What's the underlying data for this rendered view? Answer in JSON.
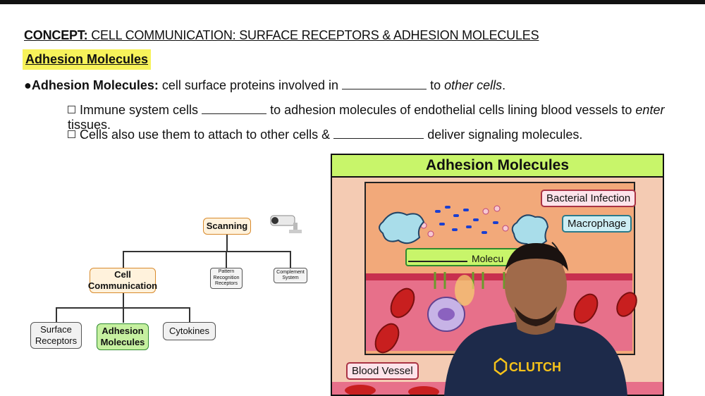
{
  "header": {
    "concept_label": "CONCEPT:",
    "concept_title": "CELL COMMUNICATION: SURFACE RECEPTORS & ADHESION MOLECULES",
    "highlight": "Adhesion Molecules"
  },
  "bullets": {
    "main_term": "Adhesion Molecules:",
    "main_text_a": "cell surface proteins involved in",
    "main_text_b": "to",
    "main_text_c": "other cells",
    "main_text_d": ".",
    "sub1_a": "Immune system cells",
    "sub1_b": "to adhesion molecules of endothelial cells lining blood vessels to",
    "sub1_c": "enter",
    "sub1_d": "tissues.",
    "sub2_a": "Cells also use them to attach to other cells &",
    "sub2_b": "deliver signaling molecules."
  },
  "concept_map": {
    "scanning": "Scanning",
    "cell_communication": "Cell Communication",
    "pattern_recognition": "Pattern Recognition Receptors",
    "complement_system": "Complement System",
    "surface_receptors": "Surface Receptors",
    "adhesion_molecules": "Adhesion Molecules",
    "cytokines": "Cytokines"
  },
  "figure": {
    "title": "Adhesion Molecules",
    "bacterial_infection": "Bacterial Infection",
    "macrophage": "Macrophage",
    "molecules_label": "Molecu",
    "blood_vessel": "Blood Vessel"
  },
  "presenter": {
    "shirt_brand": "CLUTCH"
  },
  "colors": {
    "highlight": "#f7f25a",
    "figure_header": "#c8f56a",
    "green_node": "#c6f0a0",
    "orange_node": "#fff2dc"
  }
}
